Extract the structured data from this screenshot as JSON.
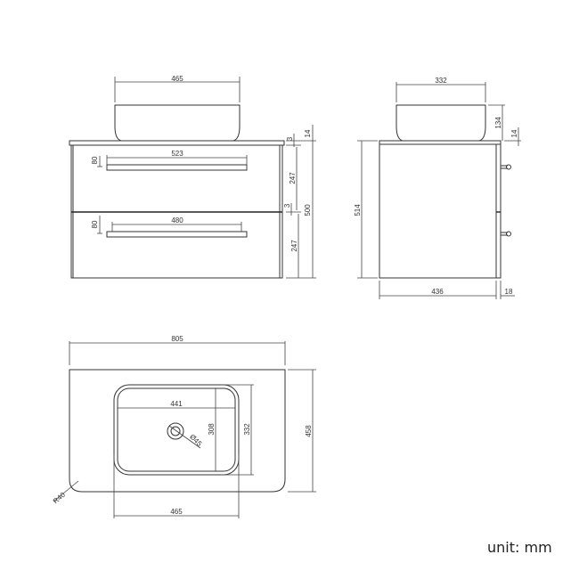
{
  "drawing": {
    "front_view": {
      "basin_width": "465",
      "drawer_handle_top_width": "523",
      "drawer_handle_bottom_width": "480",
      "handle_height_top": "80",
      "handle_height_bottom": "80",
      "top_gap": "3",
      "top_thickness": "14",
      "drawer_top_height": "247",
      "mid_gap": "3",
      "drawer_bottom_height": "247",
      "cabinet_height": "500"
    },
    "side_view": {
      "basin_depth": "332",
      "basin_height": "134",
      "top_thickness": "14",
      "total_height": "514",
      "cabinet_depth": "436",
      "door_thickness": "18"
    },
    "top_view": {
      "top_width": "805",
      "top_depth": "458",
      "basin_inner_width": "441",
      "basin_inner_depth": "308",
      "basin_outer_depth": "332",
      "basin_outer_width": "465",
      "drain_diameter": "Ø45",
      "corner_radius": "R40"
    }
  },
  "unit_label": "unit: mm"
}
